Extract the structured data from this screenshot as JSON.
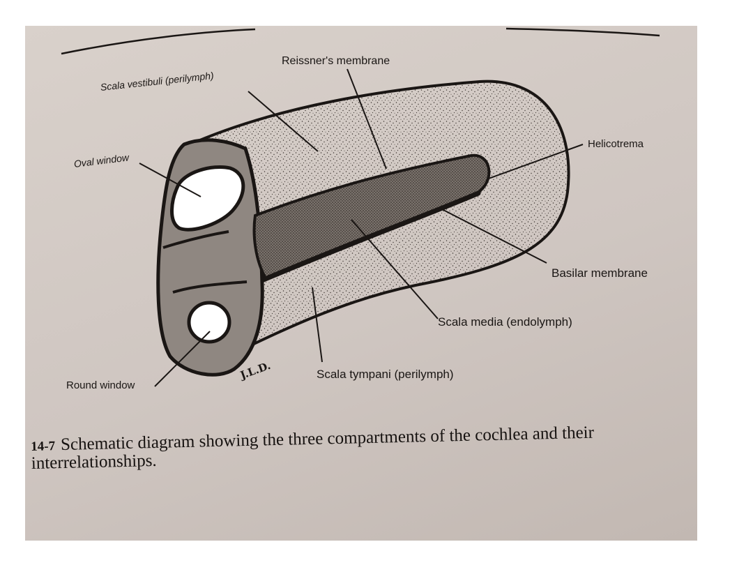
{
  "labels": {
    "scala_vestibuli": "Scala vestibuli (perilymph)",
    "reissners_membrane": "Reissner's membrane",
    "oval_window": "Oval window",
    "helicotrema": "Helicotrema",
    "basilar_membrane": "Basilar membrane",
    "scala_media": "Scala media (endolymph)",
    "scala_tympani": "Scala tympani (perilymph)",
    "round_window": "Round window"
  },
  "signature": "J.L.D.",
  "caption": {
    "number": "14-7",
    "text": "Schematic diagram showing the three compartments of the cochlea and their interrelationships."
  },
  "colors": {
    "page_paper": "#d4cbc5",
    "ink": "#1a1614",
    "shaded_region": "#8f8781",
    "scala_media_fill": "#6d6560"
  }
}
